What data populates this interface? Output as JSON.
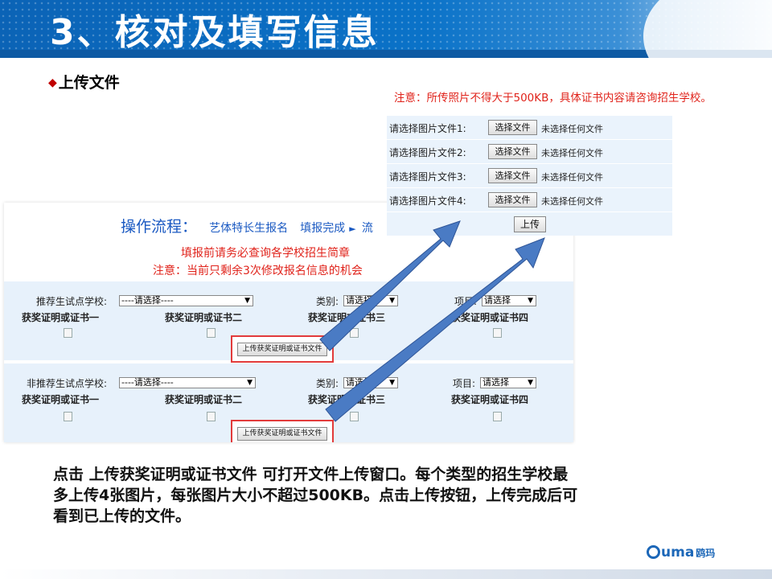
{
  "header": {
    "title": "3、核对及填写信息"
  },
  "section": {
    "bullet": "◆",
    "label": "上传文件"
  },
  "upload_dialog": {
    "notice": "注意：所传照片不得大于500KB，具体证书内容请咨询招生学校。",
    "rows": [
      {
        "label": "请选择图片文件1:",
        "button": "选择文件",
        "status": "未选择任何文件"
      },
      {
        "label": "请选择图片文件2:",
        "button": "选择文件",
        "status": "未选择任何文件"
      },
      {
        "label": "请选择图片文件3:",
        "button": "选择文件",
        "status": "未选择任何文件"
      },
      {
        "label": "请选择图片文件4:",
        "button": "选择文件",
        "status": "未选择任何文件"
      }
    ],
    "upload_button": "上传"
  },
  "form": {
    "process_label": "操作流程：",
    "step1": "艺体特长生报名",
    "step2": "填报完成",
    "step_arrow": "►",
    "step3": "流",
    "notice1": "填报前请务必查询各学校招生简章",
    "notice2": "注意：当前只剩余3次修改报名信息的机会",
    "block1": {
      "school_label": "推荐生试点学校:",
      "school_select": "----请选择----",
      "category_label": "类别:",
      "category_select": "请选择",
      "item_label": "项目:",
      "item_select": "请选择",
      "certs": [
        "获奖证明或证书一",
        "获奖证明或证书二",
        "获奖证明或证书三",
        "获奖证明或证书四"
      ],
      "upload_button": "上传获奖证明或证书文件"
    },
    "block2": {
      "school_label": "非推荐生试点学校:",
      "school_select": "----请选择----",
      "category_label": "类别:",
      "category_select": "请选择",
      "item_label": "项目:",
      "item_select": "请选择",
      "certs": [
        "获奖证明或证书一",
        "获奖证明或证书二",
        "获奖证明或证书三",
        "获奖证明或证书四"
      ],
      "upload_button": "上传获奖证明或证书文件"
    }
  },
  "caption": {
    "line1": "点击 上传获奖证明或证书文件 可打开文件上传窗口。每个类型的招生学校最",
    "line2": "多上传4张图片，每张图片大小不超过500KB。点击上传按钮，上传完成后可",
    "line3": "看到已上传的文件。"
  },
  "logo": {
    "word": "uma",
    "cn": "鸥玛"
  },
  "colors": {
    "brand_blue": "#0b63b6",
    "notice_red": "#e0231b",
    "arrow_blue": "#4a7bc4"
  }
}
